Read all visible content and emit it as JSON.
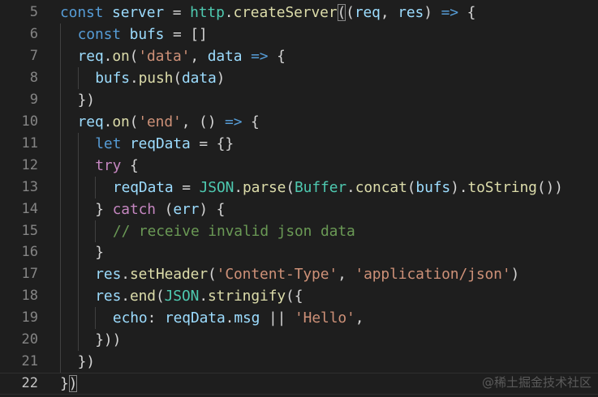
{
  "editor": {
    "theme": {
      "background": "#1e1e1e",
      "keyword": "#569cd6",
      "control": "#c586c0",
      "variable": "#9cdcfe",
      "function": "#dcdcaa",
      "class": "#4ec9b0",
      "string": "#ce9178",
      "comment": "#6a9955"
    },
    "current_line": 22,
    "lines": [
      {
        "n": "5",
        "tokens": [
          [
            "kw",
            "const"
          ],
          [
            "op",
            " "
          ],
          [
            "var",
            "server"
          ],
          [
            "op",
            " = "
          ],
          [
            "cls",
            "http"
          ],
          [
            "op",
            "."
          ],
          [
            "fn",
            "createServer"
          ],
          [
            "brk",
            "("
          ],
          [
            "op",
            "("
          ],
          [
            "var",
            "req"
          ],
          [
            "op",
            ", "
          ],
          [
            "var",
            "res"
          ],
          [
            "op",
            ") "
          ],
          [
            "kw",
            "=>"
          ],
          [
            "op",
            " {"
          ]
        ]
      },
      {
        "n": "6",
        "tokens": [
          [
            "kw",
            "const"
          ],
          [
            "op",
            " "
          ],
          [
            "var",
            "bufs"
          ],
          [
            "op",
            " = []"
          ]
        ]
      },
      {
        "n": "7",
        "tokens": [
          [
            "var",
            "req"
          ],
          [
            "op",
            "."
          ],
          [
            "fn",
            "on"
          ],
          [
            "op",
            "("
          ],
          [
            "str",
            "'data'"
          ],
          [
            "op",
            ", "
          ],
          [
            "var",
            "data"
          ],
          [
            "op",
            " "
          ],
          [
            "kw",
            "=>"
          ],
          [
            "op",
            " {"
          ]
        ]
      },
      {
        "n": "8",
        "tokens": [
          [
            "var",
            "bufs"
          ],
          [
            "op",
            "."
          ],
          [
            "fn",
            "push"
          ],
          [
            "op",
            "("
          ],
          [
            "var",
            "data"
          ],
          [
            "op",
            ")"
          ]
        ]
      },
      {
        "n": "9",
        "tokens": [
          [
            "op",
            "})"
          ]
        ]
      },
      {
        "n": "10",
        "tokens": [
          [
            "var",
            "req"
          ],
          [
            "op",
            "."
          ],
          [
            "fn",
            "on"
          ],
          [
            "op",
            "("
          ],
          [
            "str",
            "'end'"
          ],
          [
            "op",
            ", () "
          ],
          [
            "kw",
            "=>"
          ],
          [
            "op",
            " {"
          ]
        ]
      },
      {
        "n": "11",
        "tokens": [
          [
            "kw",
            "let"
          ],
          [
            "op",
            " "
          ],
          [
            "var",
            "reqData"
          ],
          [
            "op",
            " = {}"
          ]
        ]
      },
      {
        "n": "12",
        "tokens": [
          [
            "ctl",
            "try"
          ],
          [
            "op",
            " {"
          ]
        ]
      },
      {
        "n": "13",
        "tokens": [
          [
            "var",
            "reqData"
          ],
          [
            "op",
            " = "
          ],
          [
            "cls",
            "JSON"
          ],
          [
            "op",
            "."
          ],
          [
            "fn",
            "parse"
          ],
          [
            "op",
            "("
          ],
          [
            "cls",
            "Buffer"
          ],
          [
            "op",
            "."
          ],
          [
            "fn",
            "concat"
          ],
          [
            "op",
            "("
          ],
          [
            "var",
            "bufs"
          ],
          [
            "op",
            ")."
          ],
          [
            "fn",
            "toString"
          ],
          [
            "op",
            "())"
          ]
        ]
      },
      {
        "n": "14",
        "tokens": [
          [
            "op",
            "} "
          ],
          [
            "ctl",
            "catch"
          ],
          [
            "op",
            " ("
          ],
          [
            "var",
            "err"
          ],
          [
            "op",
            ") {"
          ]
        ]
      },
      {
        "n": "15",
        "tokens": [
          [
            "cmt",
            "// receive invalid json data"
          ]
        ]
      },
      {
        "n": "16",
        "tokens": [
          [
            "op",
            "}"
          ]
        ]
      },
      {
        "n": "17",
        "tokens": [
          [
            "var",
            "res"
          ],
          [
            "op",
            "."
          ],
          [
            "fn",
            "setHeader"
          ],
          [
            "op",
            "("
          ],
          [
            "str",
            "'Content-Type'"
          ],
          [
            "op",
            ", "
          ],
          [
            "str",
            "'application/json'"
          ],
          [
            "op",
            ")"
          ]
        ]
      },
      {
        "n": "18",
        "tokens": [
          [
            "var",
            "res"
          ],
          [
            "op",
            "."
          ],
          [
            "fn",
            "end"
          ],
          [
            "op",
            "("
          ],
          [
            "cls",
            "JSON"
          ],
          [
            "op",
            "."
          ],
          [
            "fn",
            "stringify"
          ],
          [
            "op",
            "({"
          ]
        ]
      },
      {
        "n": "19",
        "tokens": [
          [
            "var",
            "echo"
          ],
          [
            "op",
            ": "
          ],
          [
            "var",
            "reqData"
          ],
          [
            "op",
            "."
          ],
          [
            "var",
            "msg"
          ],
          [
            "op",
            " || "
          ],
          [
            "str",
            "'Hello'"
          ],
          [
            "op",
            ","
          ]
        ]
      },
      {
        "n": "20",
        "tokens": [
          [
            "op",
            "}))"
          ]
        ]
      },
      {
        "n": "21",
        "tokens": [
          [
            "op",
            "})"
          ]
        ]
      },
      {
        "n": "22",
        "tokens": [
          [
            "op",
            "}"
          ],
          [
            "brk",
            ")"
          ]
        ]
      }
    ],
    "indents": [
      0,
      1,
      1,
      2,
      1,
      1,
      2,
      2,
      3,
      2,
      3,
      2,
      2,
      2,
      3,
      2,
      1,
      0
    ],
    "guides": {
      "6": [
        0
      ],
      "7": [
        0
      ],
      "8": [
        0,
        1
      ],
      "9": [
        0
      ],
      "10": [
        0
      ],
      "11": [
        0,
        1
      ],
      "12": [
        0,
        1
      ],
      "13": [
        0,
        1,
        2
      ],
      "14": [
        0,
        1
      ],
      "15": [
        0,
        1,
        2
      ],
      "16": [
        0,
        1
      ],
      "17": [
        0,
        1
      ],
      "18": [
        0,
        1
      ],
      "19": [
        0,
        1,
        2
      ],
      "20": [
        0,
        1
      ],
      "21": [
        0
      ]
    }
  },
  "watermark": "@稀土掘金技术社区"
}
